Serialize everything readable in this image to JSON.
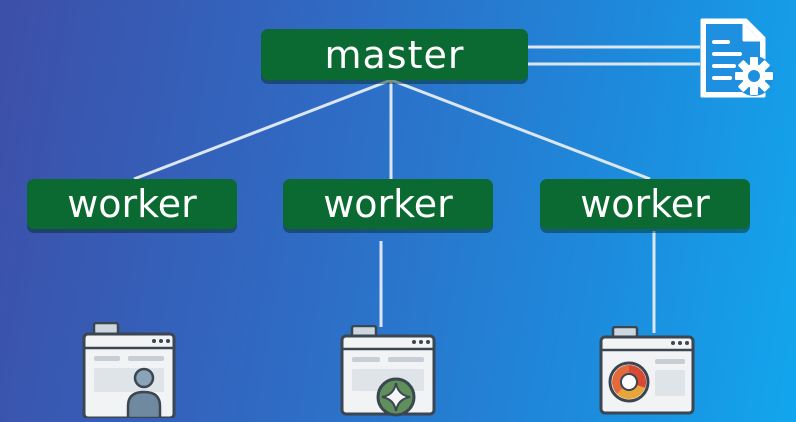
{
  "master": {
    "label": "master"
  },
  "workers": [
    {
      "label": "worker"
    },
    {
      "label": "worker"
    },
    {
      "label": "worker"
    }
  ],
  "icons": {
    "config": "config-document-gear-icon",
    "app1": "user-profile-window-icon",
    "app2": "sparkle-badge-window-icon",
    "app3": "donut-chart-window-icon"
  },
  "colors": {
    "node_fill": "#0a6a32",
    "node_text": "#ffffff",
    "connector": "#d9e6f2"
  }
}
